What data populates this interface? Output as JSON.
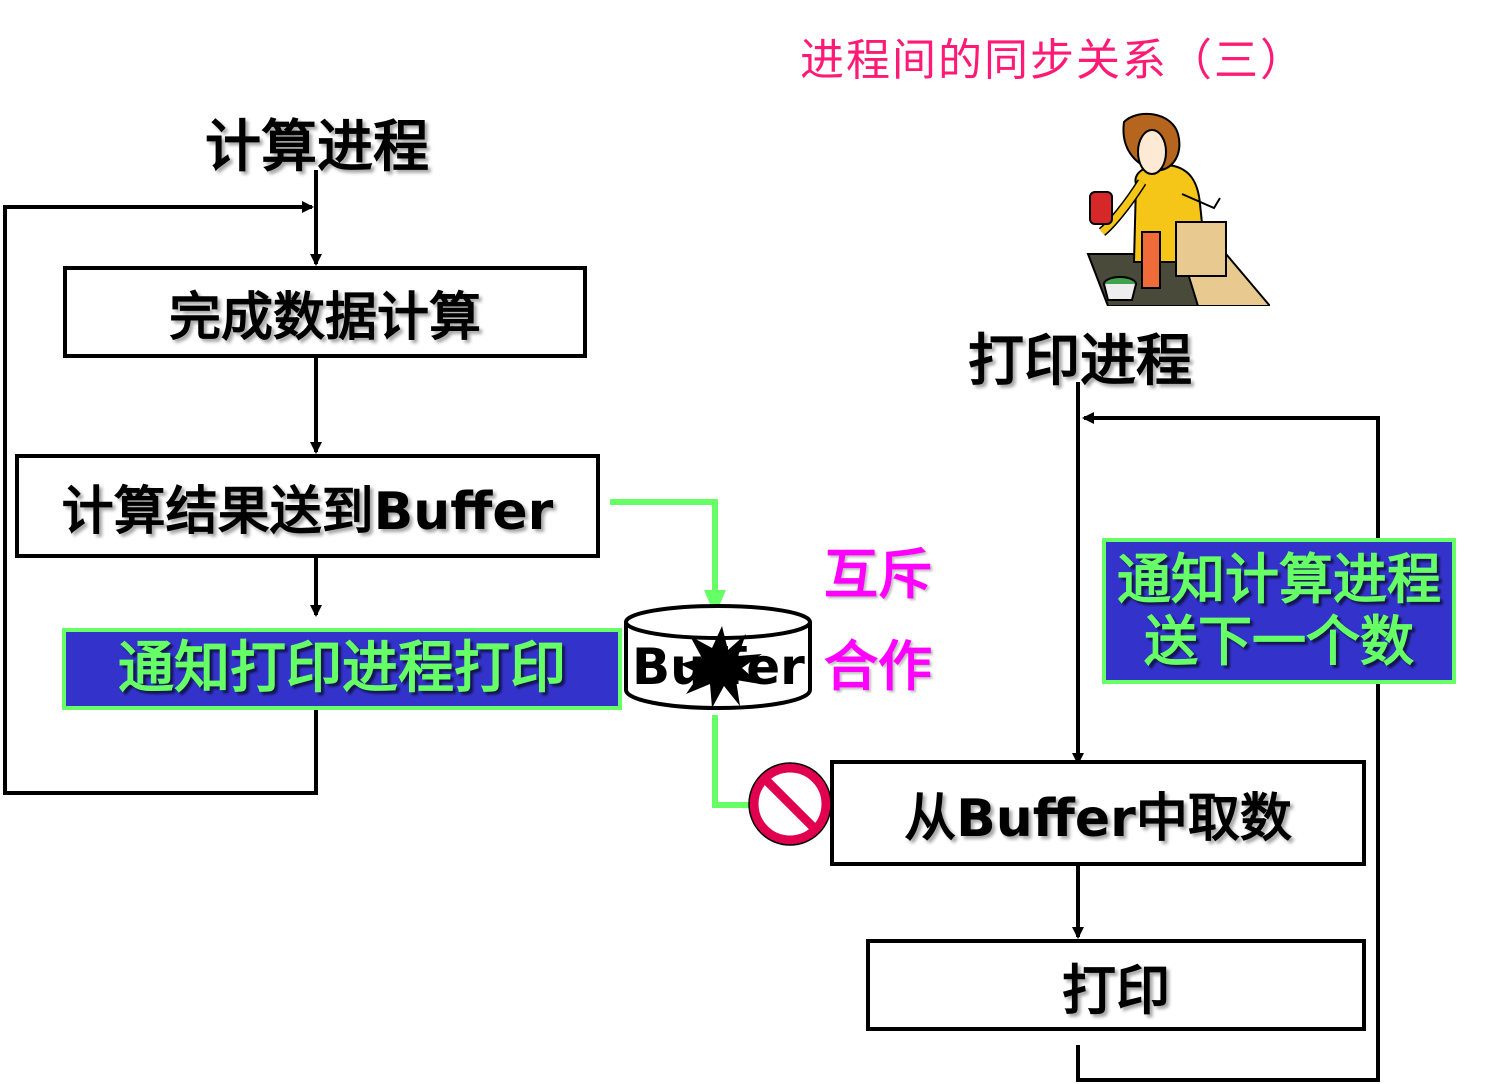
{
  "title": "进程间的同步关系（三）",
  "compute": {
    "heading": "计算进程",
    "step1": "完成数据计算",
    "step2": "计算结果送到Buffer",
    "step3": "通知打印进程打印"
  },
  "buffer": {
    "label": "Buffer"
  },
  "relations": {
    "mutex": "互斥",
    "cooperate": "合作"
  },
  "print": {
    "heading": "打印进程",
    "notify_line1": "通知计算进程",
    "notify_line2": "送下一个数",
    "step1": "从Buffer中取数",
    "step2": "打印"
  },
  "colors": {
    "title": "#ff1a75",
    "notify_bg": "#3333cc",
    "green": "#66ff66",
    "magenta": "#ff00ff",
    "no_sign": "#e0004d"
  },
  "icons": [
    "woman-shopper-clipart",
    "no-entry-sign-icon",
    "explosion-icon",
    "buffer-drum-icon"
  ]
}
